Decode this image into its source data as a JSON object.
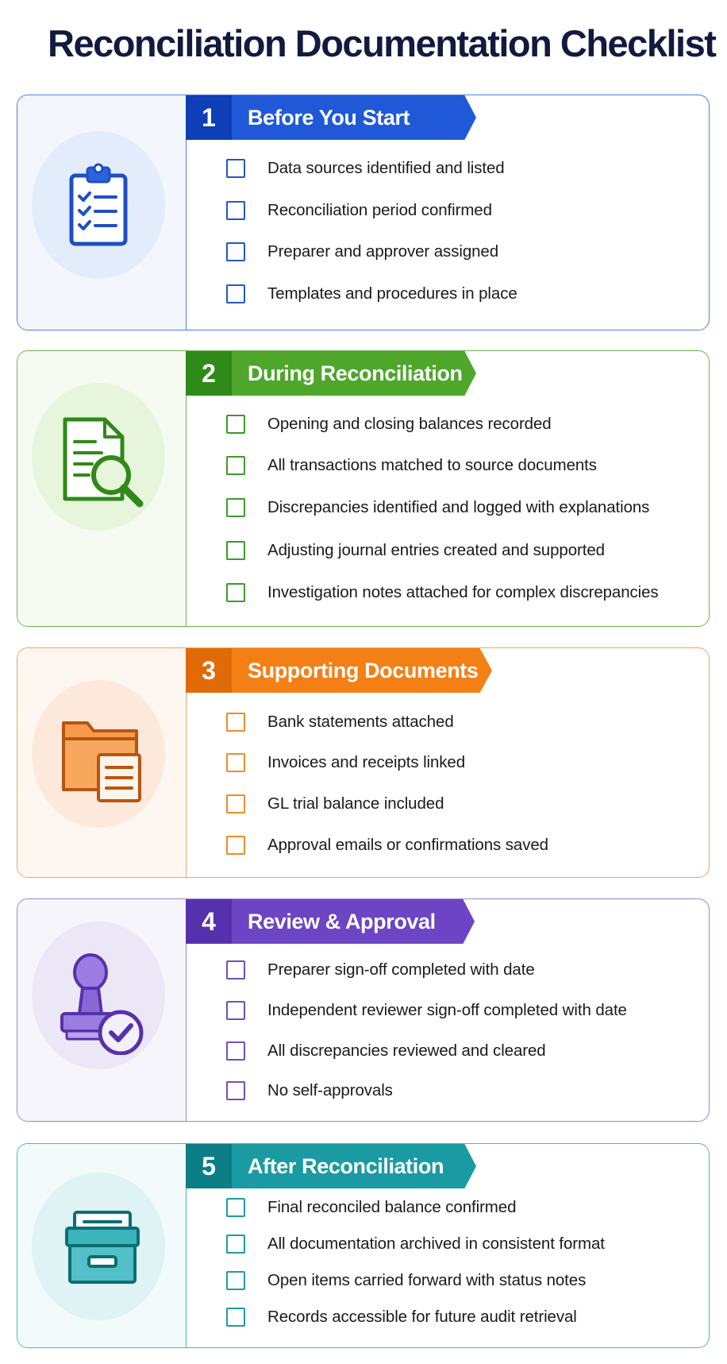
{
  "title": "Reconciliation Documentation Checklist",
  "sections": [
    {
      "number": "1",
      "title": "Before You Start",
      "icon": "clipboard-checklist-icon",
      "color": "#1f59d8",
      "items": [
        "Data sources identified and listed",
        "Reconciliation period confirmed",
        "Preparer and approver assigned",
        "Templates and procedures in place"
      ]
    },
    {
      "number": "2",
      "title": "During Reconciliation",
      "icon": "document-magnifier-icon",
      "color": "#4ea62b",
      "items": [
        "Opening and closing balances recorded",
        "All transactions matched to source documents",
        "Discrepancies identified and logged with explanations",
        "Adjusting journal entries created and supported",
        "Investigation notes attached for complex discrepancies"
      ]
    },
    {
      "number": "3",
      "title": "Supporting Documents",
      "icon": "folder-document-icon",
      "color": "#f47f15",
      "items": [
        "Bank statements attached",
        "Invoices and receipts linked",
        "GL trial balance included",
        "Approval emails or confirmations saved"
      ]
    },
    {
      "number": "4",
      "title": "Review & Approval",
      "icon": "approval-stamp-icon",
      "color": "#6b45c3",
      "items": [
        "Preparer sign-off completed with date",
        "Independent reviewer sign-off completed with date",
        "All discrepancies reviewed and cleared",
        "No self-approvals"
      ]
    },
    {
      "number": "5",
      "title": "After Reconciliation",
      "icon": "archive-box-icon",
      "color": "#1a9ba3",
      "items": [
        "Final reconciled balance confirmed",
        "All documentation archived in consistent format",
        "Open items carried forward with status notes",
        "Records accessible for future audit retrieval"
      ]
    }
  ]
}
